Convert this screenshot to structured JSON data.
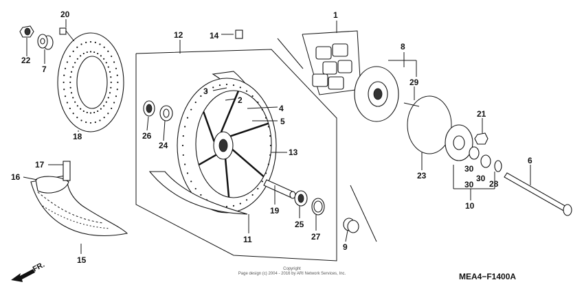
{
  "diagram": {
    "callouts": [
      "1",
      "2",
      "3",
      "4",
      "5",
      "6",
      "7",
      "8",
      "9",
      "10",
      "11",
      "12",
      "13",
      "14",
      "15",
      "16",
      "17",
      "18",
      "19",
      "20",
      "21",
      "22",
      "23",
      "24",
      "25",
      "26",
      "27",
      "28",
      "29",
      "30",
      "30",
      "30"
    ],
    "diagram_code": "MEA4−F1400A",
    "direction_label": "FR.",
    "copyright_line1": "Copyright",
    "copyright_line2": "Page design (c) 2004 - 2016 by ARI Network Services, Inc."
  }
}
